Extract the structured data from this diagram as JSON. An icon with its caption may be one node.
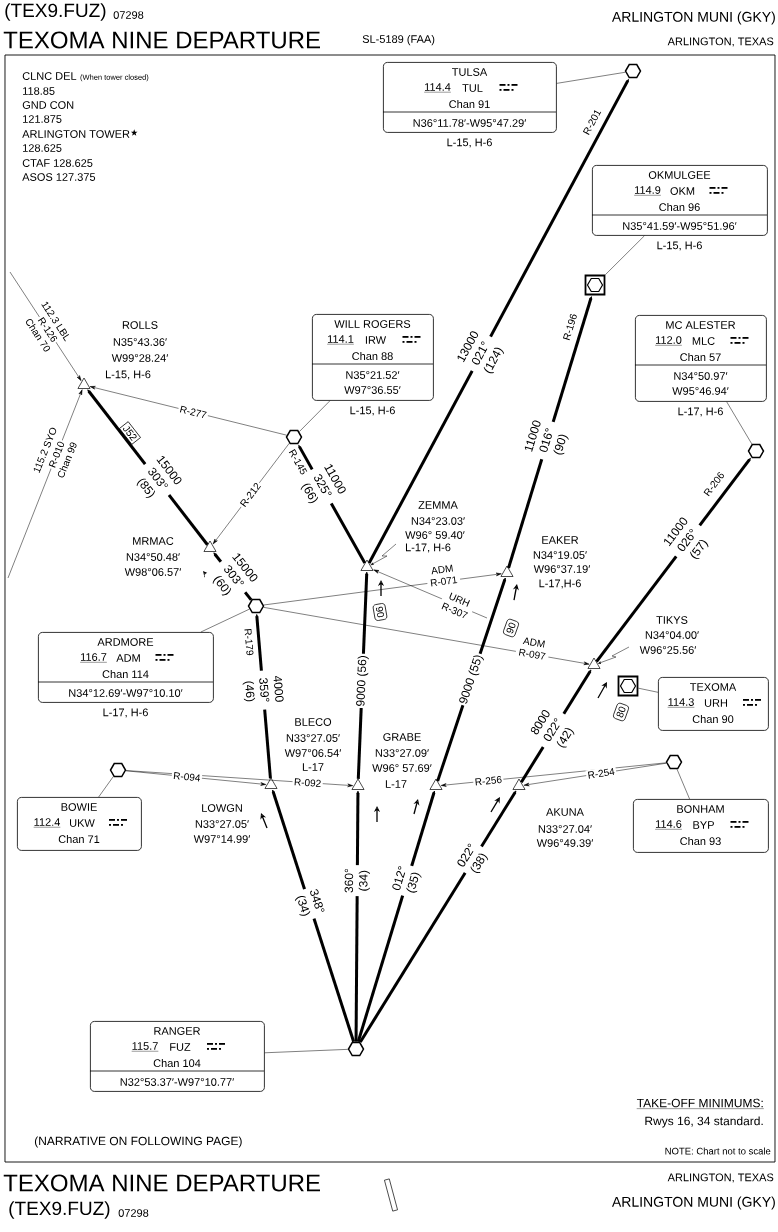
{
  "diagram": {
    "title": "TEXOMA NINE DEPARTURE",
    "nodes": [
      {
        "text": [
          "TULSA",
          "114.4",
          "TUL",
          "Chan 91",
          "N36°11.78′-W95°47.29′"
        ],
        "beside": [
          "L-15, H-6"
        ]
      },
      {
        "text": [],
        "shape": "hexagon"
      },
      {
        "text": [
          "OKMULGEE",
          "114.9",
          "OKM",
          "Chan 96",
          "N35°41.59′-W95°51.96′"
        ],
        "beside": [
          "L-15, H-6"
        ]
      },
      {
        "text": [],
        "shape": "box"
      },
      {
        "text": [],
        "shape": "triangle",
        "beside": [
          "ROLLS",
          "N35°43.36′",
          "W99°28.24′",
          "L-15, H-6"
        ]
      },
      {
        "text": [
          "WILL ROGERS",
          "114.1",
          "IRW",
          "Chan 88",
          "N35°21.52′",
          "W97°36.55′"
        ],
        "beside": [
          "L-15, H-6"
        ]
      },
      {
        "text": [
          "MC ALESTER",
          "112.0",
          "MLC",
          "Chan 57",
          "N34°50.97′",
          "W95°46.94′"
        ],
        "beside": [
          "L-17, H-6"
        ]
      },
      {
        "text": [],
        "shape": "hexagon"
      },
      {
        "text": [],
        "shape": "hexagon"
      },
      {
        "text": [],
        "shape": "triangle",
        "beside": [
          "ZEMMA",
          "N34°23.03′",
          "W96° 59.40′",
          "L-17, H-6"
        ]
      },
      {
        "text": [],
        "shape": "triangle",
        "beside": [
          "MRMAC",
          "N34°50.48′",
          "W98°06.57′"
        ]
      },
      {
        "text": [],
        "shape": "triangle",
        "beside": [
          "EAKER",
          "N34°19.05′",
          "W96°37.19′",
          "L-17,H-6"
        ]
      },
      {
        "text": [],
        "shape": "hexagon"
      },
      {
        "text": [],
        "shape": "triangle",
        "beside": [
          "TIKYS",
          "N34°04.00′",
          "W96°25.56′"
        ]
      },
      {
        "text": [
          "ARDMORE",
          "116.7",
          "ADM",
          "Chan 114",
          "N34°12.69′-W97°10.10′"
        ],
        "beside": [
          "L-17, H-6"
        ]
      },
      {
        "text": [],
        "shape": "box"
      },
      {
        "text": [
          "TEXOMA",
          "114.3",
          "URH",
          "Chan 90"
        ]
      },
      {
        "text": [],
        "shape": "hexagon"
      },
      {
        "text": [],
        "shape": "hexagon"
      },
      {
        "text": [],
        "shape": "triangle",
        "beside": [
          "LOWGN",
          "N33°27.05′",
          "W97°14.99′"
        ]
      },
      {
        "text": [],
        "shape": "triangle",
        "beside": [
          "BLECO",
          "N33°27.05′",
          "W97°06.54′",
          "L-17"
        ]
      },
      {
        "text": [],
        "shape": "triangle",
        "beside": [
          "GRABE",
          "N33°27.09′",
          "W96° 57.69′",
          "L-17"
        ]
      },
      {
        "text": [],
        "shape": "triangle",
        "beside": [
          "AKUNA",
          "N33°27.04′",
          "W96°49.39′"
        ]
      },
      {
        "text": [
          "BOWIE",
          "112.4",
          "UKW",
          "Chan 71"
        ]
      },
      {
        "text": [
          "BONHAM",
          "114.6",
          "BYP",
          "Chan 93"
        ]
      },
      {
        "text": [
          "RANGER",
          "115.7",
          "FUZ",
          "Chan 104",
          "N32°53.37′-W97°10.77′"
        ]
      },
      {
        "text": [],
        "shape": "hexagon"
      }
    ],
    "edges": [
      {
        "from": 26,
        "to": 19,
        "arrow": "to",
        "style": "thick",
        "label": "348° (34)"
      },
      {
        "from": 19,
        "to": 12,
        "arrow": "to",
        "style": "thick",
        "label": "4000 359° (46)"
      },
      {
        "from": 12,
        "to": 10,
        "arrow": "to",
        "style": "thick",
        "label": "15000 303° (60)"
      },
      {
        "from": 10,
        "to": 4,
        "arrow": "to",
        "style": "thick",
        "label": "15000 303° (85)"
      },
      {
        "from": 26,
        "to": 20,
        "arrow": "to",
        "style": "thick",
        "label": "360° (34)"
      },
      {
        "from": 20,
        "to": 9,
        "arrow": "to",
        "style": "thick",
        "label": "9000 (56)"
      },
      {
        "from": 9,
        "to": 7,
        "arrow": "to",
        "style": "thick",
        "label": "11000 325° (66)"
      },
      {
        "from": 9,
        "to": 1,
        "arrow": "to",
        "style": "thick",
        "label": "13000 021° (124)"
      },
      {
        "from": 26,
        "to": 21,
        "arrow": "to",
        "style": "thick",
        "label": "012° (35)"
      },
      {
        "from": 21,
        "to": 11,
        "arrow": "to",
        "style": "thick",
        "label": "9000 (55)"
      },
      {
        "from": 11,
        "to": 3,
        "arrow": "to",
        "style": "thick",
        "label": "11000 016° (90)"
      },
      {
        "from": 26,
        "to": 22,
        "arrow": "to",
        "style": "thick",
        "label": "022° (38)"
      },
      {
        "from": 22,
        "to": 13,
        "arrow": "to",
        "style": "thick",
        "label": "8000 022° (42)"
      },
      {
        "from": 13,
        "to": 8,
        "arrow": "to",
        "style": "thick",
        "label": "11000 026° (57)"
      },
      {
        "from": null,
        "to": 4,
        "arrow": "to",
        "label": "R-126"
      },
      {
        "from": null,
        "to": 4,
        "arrow": "to",
        "label": "R-010"
      },
      {
        "from": 7,
        "to": 4,
        "arrow": "to",
        "label": "R-277"
      },
      {
        "from": 7,
        "to": 10,
        "arrow": "to",
        "label": "R-212"
      },
      {
        "from": 12,
        "to": 11,
        "arrow": "to",
        "label": "ADM R-071"
      },
      {
        "from": null,
        "to": 9,
        "arrow": "to",
        "label": "URH R-307"
      },
      {
        "from": 12,
        "to": 13,
        "arrow": "to",
        "label": "ADM R-097"
      },
      {
        "from": 18,
        "to": 19,
        "arrow": "to",
        "label": "R-094"
      },
      {
        "from": 18,
        "to": 20,
        "arrow": "to",
        "label": "R-092"
      },
      {
        "from": 17,
        "to": 21,
        "arrow": "to",
        "label": "R-256"
      },
      {
        "from": 17,
        "to": 22,
        "arrow": "to",
        "label": "R-254"
      },
      {
        "from": 0,
        "to": 1,
        "arrow": "none"
      },
      {
        "from": 2,
        "to": 3,
        "arrow": "none"
      },
      {
        "from": 5,
        "to": 7,
        "arrow": "none"
      },
      {
        "from": 6,
        "to": 8,
        "arrow": "none"
      },
      {
        "from": 14,
        "to": 12,
        "arrow": "none"
      },
      {
        "from": 16,
        "to": 15,
        "arrow": "none"
      },
      {
        "from": 23,
        "to": 18,
        "arrow": "none"
      },
      {
        "from": 24,
        "to": 17,
        "arrow": "none"
      },
      {
        "from": 25,
        "to": 26,
        "arrow": "none"
      },
      {
        "from": null,
        "to": 9,
        "arrow": "to"
      },
      {
        "from": null,
        "to": 13,
        "arrow": "to"
      }
    ],
    "labels": [
      "(TEX9.FUZ)",
      "07298",
      "ARLINGTON MUNI (GKY)",
      "SL-5189 (FAA)",
      "ARLINGTON, TEXAS",
      "CLNC DEL",
      "(When tower closed)",
      "118.85",
      "GND CON",
      "121.875",
      "ARLINGTON TOWER",
      "128.625",
      "CTAF 128.625",
      "ASOS 127.375",
      "R-201",
      "R-196",
      "112.3 LBL",
      "Chan 70",
      "115.2 SYO",
      "Chan 99",
      "J52",
      "R-145",
      "R-206",
      "R-179",
      "90",
      "90",
      "80",
      "TAKE-OFF MINIMUMS:",
      "Rwys 16, 34 standard.",
      "(NARRATIVE ON FOLLOWING PAGE)",
      "NOTE: Chart not to scale",
      "TEXOMA NINE DEPARTURE",
      "ARLINGTON, TEXAS",
      "(TEX9.FUZ)",
      "07298",
      "ARLINGTON MUNI (GKY)"
    ]
  }
}
